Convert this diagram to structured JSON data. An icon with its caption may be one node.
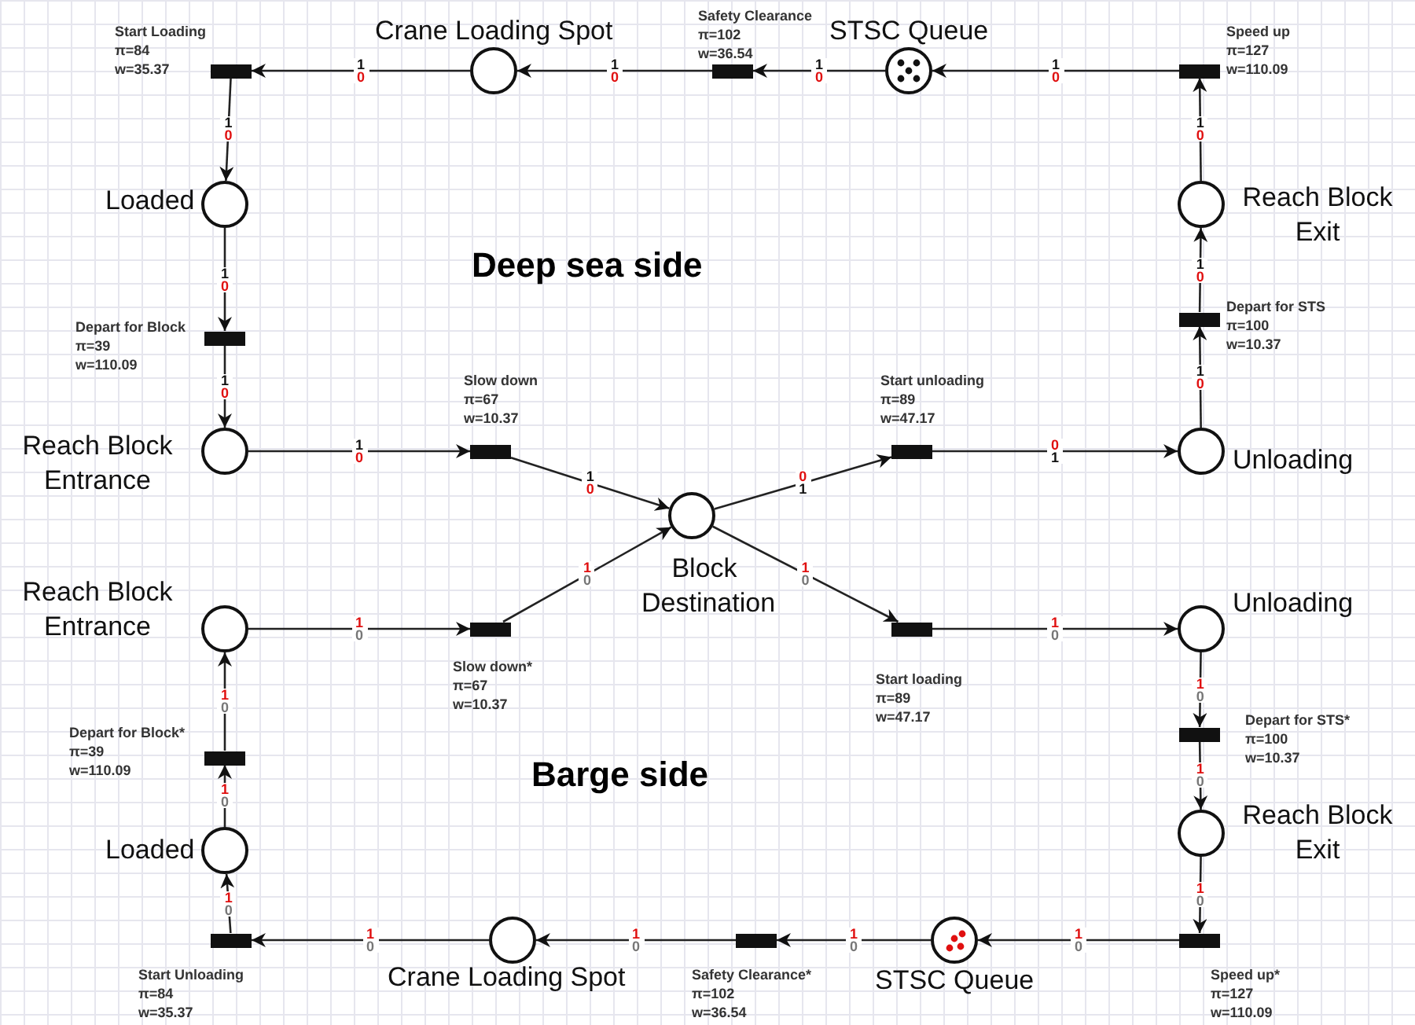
{
  "diagram": {
    "nodes": [
      {
        "text": [],
        "shape": "bar",
        "beside": [
          "Start Loading",
          "π=84",
          "w=35.37"
        ]
      },
      {
        "text": [],
        "shape": "circle",
        "beside": [
          "Crane Loading Spot"
        ]
      },
      {
        "text": [],
        "shape": "bar",
        "beside": [
          "Safety Clearance",
          "π=102",
          "w=36.54"
        ]
      },
      {
        "text": [],
        "shape": "circle",
        "beside": [
          "STSC Queue"
        ]
      },
      {
        "text": [],
        "shape": "bar",
        "beside": [
          "Speed up",
          "π=127",
          "w=110.09"
        ]
      },
      {
        "text": [],
        "shape": "circle",
        "beside": [
          "Loaded"
        ]
      },
      {
        "text": [],
        "shape": "circle",
        "beside": [
          "Reach Block Exit"
        ]
      },
      {
        "text": [],
        "shape": "bar",
        "beside": [
          "Depart for Block",
          "π=39",
          "w=110.09"
        ]
      },
      {
        "text": [],
        "shape": "bar",
        "beside": [
          "Depart for STS",
          "π=100",
          "w=10.37"
        ]
      },
      {
        "text": [],
        "shape": "circle",
        "beside": [
          "Reach Block Entrance"
        ]
      },
      {
        "text": [],
        "shape": "bar",
        "beside": [
          "Slow down",
          "π=67",
          "w=10.37"
        ]
      },
      {
        "text": [],
        "shape": "bar",
        "beside": [
          "Start unloading",
          "π=89",
          "w=47.17"
        ]
      },
      {
        "text": [],
        "shape": "circle",
        "beside": [
          "Unloading"
        ]
      },
      {
        "text": [],
        "shape": "circle",
        "beside": [
          "Block Destination"
        ]
      },
      {
        "text": [],
        "shape": "circle",
        "beside": [
          "Reach Block Entrance"
        ]
      },
      {
        "text": [],
        "shape": "bar",
        "beside": [
          "Slow down*",
          "π=67",
          "w=10.37"
        ]
      },
      {
        "text": [],
        "shape": "bar",
        "beside": [
          "Start loading",
          "π=89",
          "w=47.17"
        ]
      },
      {
        "text": [],
        "shape": "circle",
        "beside": [
          "Unloading"
        ]
      },
      {
        "text": [],
        "shape": "bar",
        "beside": [
          "Depart for Block*",
          "π=39",
          "w=110.09"
        ]
      },
      {
        "text": [],
        "shape": "bar",
        "beside": [
          "Depart for STS*",
          "π=100",
          "w=10.37"
        ]
      },
      {
        "text": [],
        "shape": "circle",
        "beside": [
          "Reach Block Exit"
        ]
      },
      {
        "text": [],
        "shape": "circle",
        "beside": [
          "Loaded"
        ]
      },
      {
        "text": [],
        "shape": "bar",
        "beside": [
          "Start Unloading",
          "π=84",
          "w=35.37"
        ]
      },
      {
        "text": [],
        "shape": "circle",
        "beside": [
          "Crane Loading Spot"
        ]
      },
      {
        "text": [],
        "shape": "bar",
        "beside": [
          "Safety Clearance*",
          "π=102",
          "w=36.54"
        ]
      },
      {
        "text": [],
        "shape": "circle",
        "beside": [
          "STSC Queue"
        ]
      },
      {
        "text": [],
        "shape": "bar",
        "beside": [
          "Speed up*",
          "π=127",
          "w=110.09"
        ]
      }
    ],
    "edges": [
      {
        "from": 4,
        "to": 3,
        "arrow": "to",
        "label": "1 0"
      },
      {
        "from": 3,
        "to": 2,
        "arrow": "to",
        "label": "1 0"
      },
      {
        "from": 2,
        "to": 1,
        "arrow": "to",
        "label": "1 0"
      },
      {
        "from": 1,
        "to": 0,
        "arrow": "to",
        "label": "1 0"
      },
      {
        "from": 0,
        "to": 5,
        "arrow": "to",
        "label": "1 0"
      },
      {
        "from": 5,
        "to": 7,
        "arrow": "to",
        "label": "1 0"
      },
      {
        "from": 7,
        "to": 9,
        "arrow": "to",
        "label": "1 0"
      },
      {
        "from": 9,
        "to": 10,
        "arrow": "to",
        "label": "1 0"
      },
      {
        "from": 10,
        "to": 13,
        "arrow": "to",
        "label": "1 0"
      },
      {
        "from": 13,
        "to": 11,
        "arrow": "to",
        "label": "0 1"
      },
      {
        "from": 11,
        "to": 12,
        "arrow": "to",
        "label": "0 1"
      },
      {
        "from": 12,
        "to": 8,
        "arrow": "to",
        "label": "1 0"
      },
      {
        "from": 8,
        "to": 6,
        "arrow": "to",
        "label": "1 0"
      },
      {
        "from": 6,
        "to": 4,
        "arrow": "to",
        "label": "1 0"
      },
      {
        "from": 14,
        "to": 15,
        "arrow": "to",
        "label": "1 0"
      },
      {
        "from": 15,
        "to": 13,
        "arrow": "to",
        "label": "1 0"
      },
      {
        "from": 13,
        "to": 16,
        "arrow": "to",
        "label": "1 0"
      },
      {
        "from": 16,
        "to": 17,
        "arrow": "to",
        "label": "1 0"
      },
      {
        "from": 17,
        "to": 19,
        "arrow": "to",
        "label": "1 0"
      },
      {
        "from": 19,
        "to": 20,
        "arrow": "to",
        "label": "1 0"
      },
      {
        "from": 20,
        "to": 26,
        "arrow": "to",
        "label": "1 0"
      },
      {
        "from": 26,
        "to": 25,
        "arrow": "to",
        "label": "1 0"
      },
      {
        "from": 25,
        "to": 24,
        "arrow": "to",
        "label": "1 0"
      },
      {
        "from": 24,
        "to": 23,
        "arrow": "to",
        "label": "1 0"
      },
      {
        "from": 23,
        "to": 22,
        "arrow": "to",
        "label": "1 0"
      },
      {
        "from": 22,
        "to": 21,
        "arrow": "to",
        "label": "1 0"
      },
      {
        "from": 21,
        "to": 18,
        "arrow": "to",
        "label": "1 0"
      },
      {
        "from": 18,
        "to": 14,
        "arrow": "to",
        "label": "1 0"
      }
    ],
    "labels": [
      "Deep sea side",
      "Barge side"
    ]
  }
}
